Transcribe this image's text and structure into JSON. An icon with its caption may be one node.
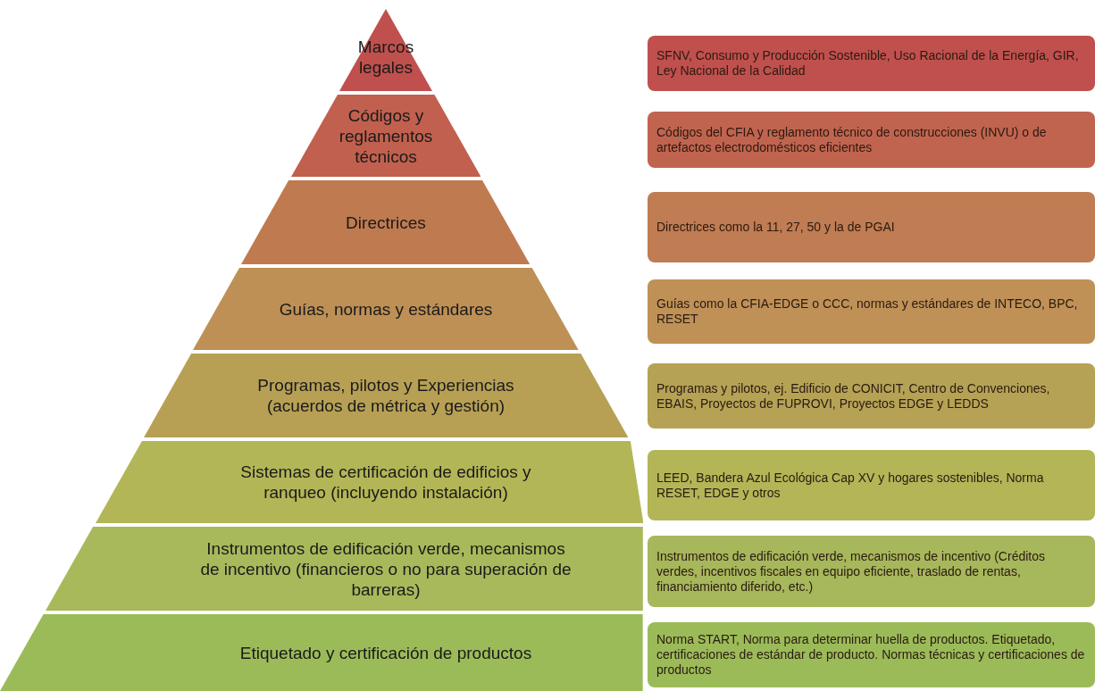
{
  "diagram": {
    "nodes": [
      {
        "text": [
          "Marcos legales"
        ]
      },
      {
        "text": [
          "SFNV, Consumo y Producción Sostenible, Uso Racional de la Energía, GIR, Ley Nacional de la Calidad"
        ]
      },
      {
        "text": [
          "Códigos y reglamentos técnicos"
        ]
      },
      {
        "text": [
          "Códigos del CFIA y reglamento técnico de construcciones (INVU) o de artefactos electrodomésticos eficientes"
        ]
      },
      {
        "text": [
          "Directrices"
        ]
      },
      {
        "text": [
          "Directrices como la 11, 27, 50 y la de PGAI"
        ]
      },
      {
        "text": [
          "Guías, normas y estándares"
        ]
      },
      {
        "text": [
          "Guías como la CFIA-EDGE o CCC, normas y estándares de INTECO, BPC, RESET"
        ]
      },
      {
        "text": [
          "Programas, pilotos y Experiencias (acuerdos de métrica y gestión)"
        ]
      },
      {
        "text": [
          "Programas y pilotos, ej. Edificio de CONICIT, Centro de Convenciones, EBAIS, Proyectos de FUPROVI, Proyectos EDGE y LEDDS"
        ]
      },
      {
        "text": [
          "Sistemas de certificación de edificios y ranqueo (incluyendo instalación)"
        ]
      },
      {
        "text": [
          "LEED, Bandera Azul Ecológica Cap XV y hogares sostenibles, Norma RESET, EDGE y otros"
        ]
      },
      {
        "text": [
          "Instrumentos de edificación verde, mecanismos de incentivo (financieros o no para superación de barreras)"
        ]
      },
      {
        "text": [
          "Instrumentos de edificación verde, mecanismos de incentivo (Créditos verdes, incentivos fiscales en equipo eficiente, traslado de rentas, financiamiento diferido, etc.)"
        ]
      },
      {
        "text": [
          "Etiquetado y certificación de productos"
        ]
      },
      {
        "text": [
          "Norma START, Norma para determinar huella de productos. Etiquetado, certificaciones de estándar de producto. Normas técnicas y certificaciones de productos"
        ]
      }
    ]
  }
}
